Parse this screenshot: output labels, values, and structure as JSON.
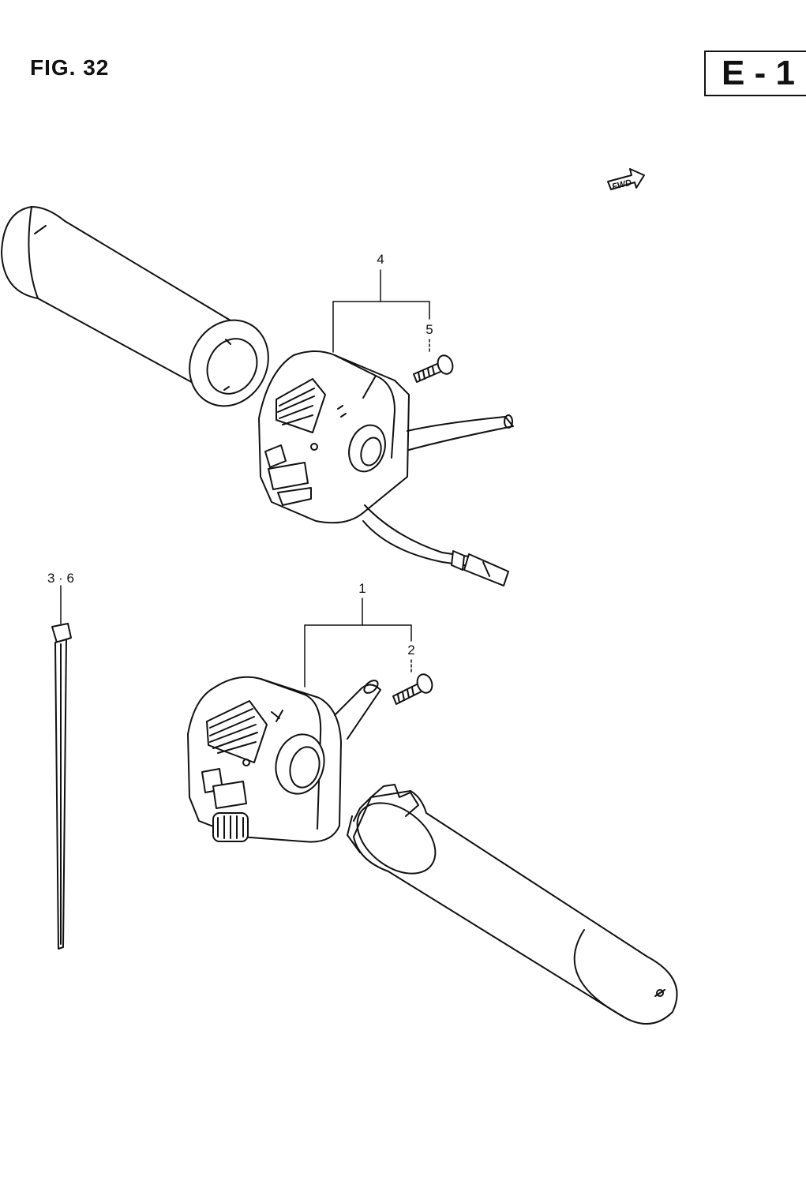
{
  "figure": {
    "title": "FIG. 32",
    "code": "E - 1"
  },
  "direction_marker": {
    "label": "FWD",
    "icon": "fwd-arrow-icon"
  },
  "callouts": {
    "c1": "1",
    "c2": "2",
    "c3_6": "3 · 6",
    "c4": "4",
    "c5": "5"
  },
  "colors": {
    "line": "#111111",
    "paper": "#ffffff"
  }
}
